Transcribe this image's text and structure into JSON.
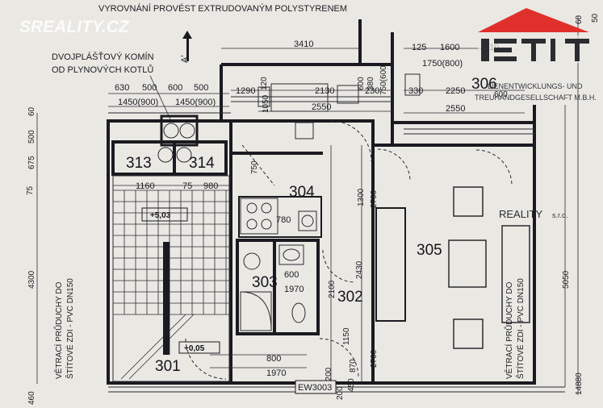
{
  "watermark": "SREALITY.CZ",
  "header_note": "VYROVNÁNÍ PROVÉST EXTRUDOVANÝM POLYSTYRENEM",
  "chimney_note_line1": "DVOJPLÁŠŤOVÝ KOMÍN",
  "chimney_note_line2": "OD PLYNOVÝCH KOTLŮ",
  "section_marker": "A'",
  "logo": {
    "company": "REALITY",
    "suffix": "s.r.o.",
    "line1": "LIENENTWICKLUNGS- UND",
    "line2": "TREUHANDGESELLSCHAFT M.B.H."
  },
  "rooms": {
    "r301": "301",
    "r302": "302",
    "r303": "303",
    "r304": "304",
    "r305": "305",
    "r306": "306",
    "r313": "313",
    "r314": "314"
  },
  "levels": {
    "upper": "+5,03",
    "lower": "+0,05"
  },
  "ventilation": {
    "left_line1": "VĚTRACÍ PRŮDUCHY DO",
    "left_line2": "ŠTÍTOVÉ ZDI - PVC DN150",
    "right_line1": "VĚTRACÍ PRŮDUCHY DO",
    "right_line2": "ŠTÍTOVÉ ZDI - PVC DN150"
  },
  "window_tag": "EW3003",
  "dims": {
    "d630": "630",
    "d500a": "500",
    "d600a": "600",
    "d500b": "500",
    "d1450a": "1450(900)",
    "d1450b": "1450(900)",
    "d120": "120",
    "d3410": "3410",
    "d600b": "600",
    "d380": "380",
    "d750_600": "750(600)",
    "d125": "125",
    "d1600": "1600",
    "d1750": "1750(800)",
    "d10": "10",
    "d1290": "1290",
    "d2130": "2130",
    "d230": "230",
    "d330": "330",
    "d2250": "2250",
    "d2550a": "2550",
    "d2550b": "2550",
    "d1050": "1050",
    "d600c": "600",
    "d1160": "1160",
    "d75": "75",
    "d980": "980",
    "d750": "750",
    "d780": "780",
    "d1300": "1300",
    "d2700a": "2700",
    "d2430": "2430",
    "d2100": "2100",
    "d1150": "1150",
    "d2700b": "2700",
    "d870": "870",
    "d450": "450",
    "d200": "200",
    "d1200": "1200",
    "d600d": "600",
    "d1970a": "1970",
    "d800": "800",
    "d1970b": "1970",
    "d60": "60",
    "d500c": "500",
    "d675": "675",
    "d75b": "75",
    "d4300": "4300",
    "d460": "460",
    "d5050": "5050",
    "d14880": "14880",
    "d60r": "60",
    "d50": "50"
  }
}
